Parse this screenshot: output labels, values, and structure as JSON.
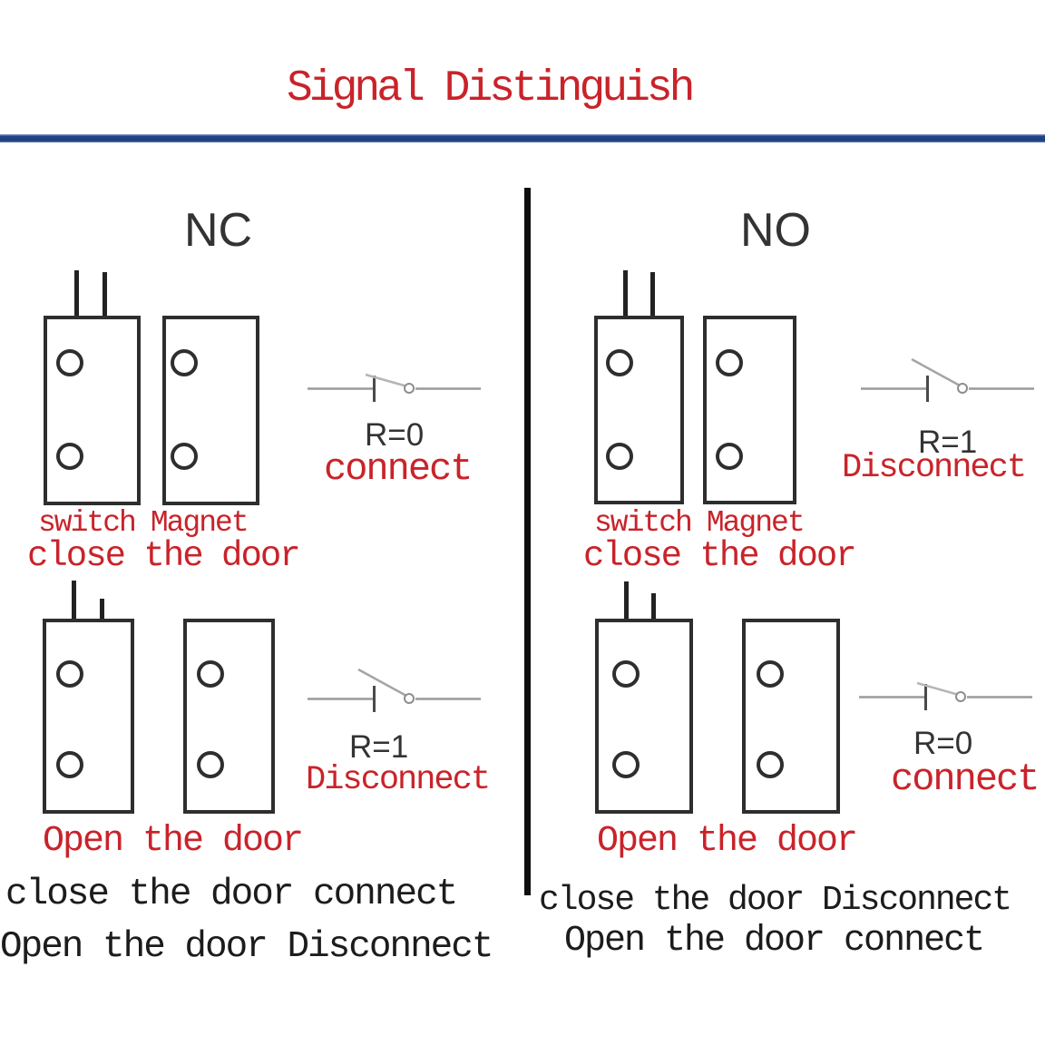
{
  "title": "Signal Distinguish",
  "colors": {
    "text_red": "#c9232a",
    "underline_blue": "#1d4186",
    "diagram_ink": "#2e2e2e",
    "summary_black": "#1c1c1c",
    "symbol_gray": "#9a9a9a"
  },
  "columns": [
    {
      "header": "NC",
      "rows": [
        {
          "switch_label": "switch",
          "magnet_label": "Magnet",
          "resistance": "R=0",
          "state": "connect",
          "caption": "close the door",
          "symbol": "switch-closed"
        },
        {
          "resistance": "R=1",
          "state": "Disconnect",
          "caption": "Open the door",
          "symbol": "switch-open"
        }
      ],
      "summary": [
        "close the door connect",
        "Open the door Disconnect"
      ]
    },
    {
      "header": "NO",
      "rows": [
        {
          "switch_label": "switch",
          "magnet_label": "Magnet",
          "resistance": "R=1",
          "state": "Disconnect",
          "caption": "close the door",
          "symbol": "switch-open"
        },
        {
          "resistance": "R=0",
          "state": "connect",
          "caption": "Open the door",
          "symbol": "switch-closed"
        }
      ],
      "summary": [
        "close the door Disconnect",
        "Open the door connect"
      ]
    }
  ]
}
